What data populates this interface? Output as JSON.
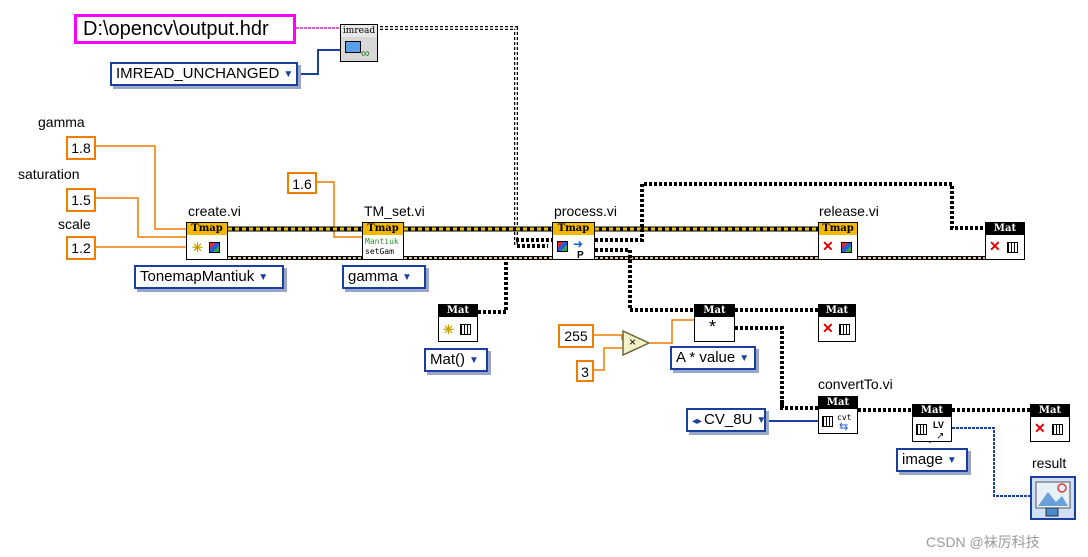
{
  "constants": {
    "path": "D:\\opencv\\output.hdr",
    "gamma": "1.8",
    "saturation": "1.5",
    "scale": "1.2",
    "gamma_set": "1.6",
    "c255": "255",
    "c3": "3"
  },
  "labels": {
    "gamma": "gamma",
    "saturation": "saturation",
    "scale": "scale",
    "create": "create.vi",
    "tm_set": "TM_set.vi",
    "process": "process.vi",
    "release": "release.vi",
    "convert": "convertTo.vi",
    "result": "result"
  },
  "enums": {
    "imread_mode": "IMREAD_UNCHANGED",
    "tonemap": "TonemapMantiuk",
    "tm_param": "gamma",
    "mat_ctor": "Mat()",
    "op": "A * value",
    "depth": "CV_8U",
    "out": "image"
  },
  "nodes": {
    "imread": "imread",
    "tmap": "Tmap",
    "mat": "Mat",
    "mantiuk_line1": "Mantiuk",
    "mantiuk_line2": "setGam",
    "mul": "*",
    "cvt": "cvt",
    "lv": "LV",
    "times": "×",
    "p": "P"
  },
  "watermark": "CSDN @袜厉科技",
  "colors": {
    "path_border": "#ff00ff",
    "num_border": "#f07d00",
    "enum_border": "#1a3fa0",
    "tmap_header": "#f5b800"
  }
}
